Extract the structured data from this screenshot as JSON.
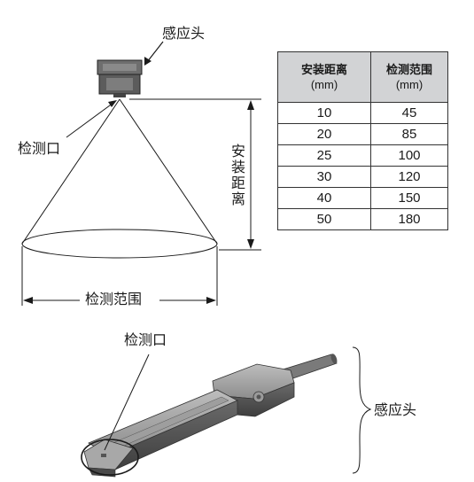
{
  "top_diagram": {
    "sensor_head_label": "感应头",
    "detection_port_label": "检测口",
    "install_distance_label": "安装距离",
    "detection_range_label": "检测范围"
  },
  "table": {
    "headers": [
      {
        "title": "安装距离",
        "unit": "(mm)"
      },
      {
        "title": "检测范围",
        "unit": "(mm)"
      }
    ],
    "rows": [
      [
        "10",
        "45"
      ],
      [
        "20",
        "85"
      ],
      [
        "25",
        "100"
      ],
      [
        "30",
        "120"
      ],
      [
        "40",
        "150"
      ],
      [
        "50",
        "180"
      ]
    ]
  },
  "bottom_diagram": {
    "detection_port_label": "检测口",
    "sensor_head_label": "感应头"
  }
}
